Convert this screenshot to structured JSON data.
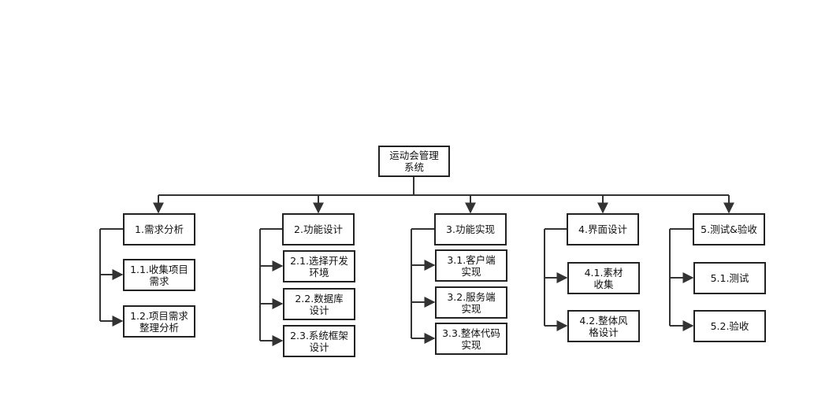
{
  "colors": {
    "line": "#333333",
    "border": "#222222",
    "background": "#ffffff"
  },
  "root": {
    "label": "运动会管理系统"
  },
  "branches": [
    {
      "label": "1.需求分析",
      "children": [
        {
          "label": "1.1.收集项目需求"
        },
        {
          "label": "1.2.项目需求整理分析"
        }
      ]
    },
    {
      "label": "2.功能设计",
      "children": [
        {
          "label": "2.1.选择开发环境"
        },
        {
          "label": "2.2.数据库设计"
        },
        {
          "label": "2.3.系统框架设计"
        }
      ]
    },
    {
      "label": "3.功能实现",
      "children": [
        {
          "label": "3.1.客户端实现"
        },
        {
          "label": "3.2.服务端实现"
        },
        {
          "label": "3.3.整体代码实现"
        }
      ]
    },
    {
      "label": "4.界面设计",
      "children": [
        {
          "label": "4.1.素材收集"
        },
        {
          "label": "4.2.整体风格设计"
        }
      ]
    },
    {
      "label": "5.测试&验收",
      "children": [
        {
          "label": "5.1.测试"
        },
        {
          "label": "5.2.验收"
        }
      ]
    }
  ]
}
